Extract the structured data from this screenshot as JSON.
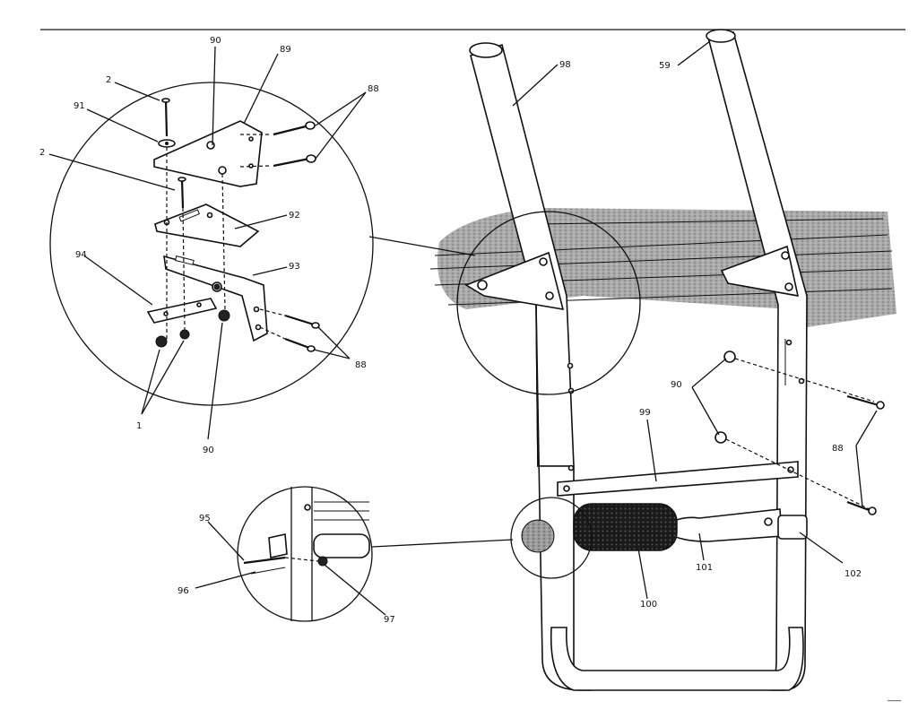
{
  "diagram": {
    "labels": {
      "l90a": "90",
      "l89": "89",
      "l2a": "2",
      "l91": "91",
      "l88a": "88",
      "l2b": "2",
      "l92": "92",
      "l94": "94",
      "l93": "93",
      "l88b": "88",
      "l1": "1",
      "l90b": "90",
      "l98": "98",
      "l59": "59",
      "l90c": "90",
      "l99": "99",
      "l88c": "88",
      "l95": "95",
      "l96": "96",
      "l97": "97",
      "l100": "100",
      "l101": "101",
      "l102": "102"
    },
    "page_mark": "___"
  }
}
